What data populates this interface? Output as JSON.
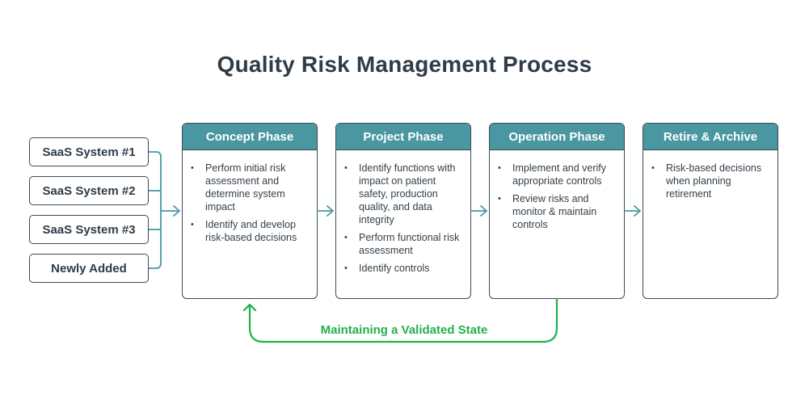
{
  "title": "Quality Risk Management Process",
  "systems": [
    {
      "label": "SaaS System #1"
    },
    {
      "label": "SaaS System #2"
    },
    {
      "label": "SaaS System #3"
    },
    {
      "label": "Newly Added"
    }
  ],
  "phases": [
    {
      "title": "Concept Phase",
      "bullets": [
        "Perform initial risk assessment and determine system impact",
        "Identify and develop risk-based decisions"
      ]
    },
    {
      "title": "Project Phase",
      "bullets": [
        "Identify functions with impact on patient safety, production quality, and data integrity",
        "Perform functional risk assessment",
        "Identify controls"
      ]
    },
    {
      "title": "Operation Phase",
      "bullets": [
        "Implement and verify appropriate controls",
        "Review risks and monitor & maintain controls"
      ]
    },
    {
      "title": "Retire & Archive",
      "bullets": [
        "Risk-based decisions when planning retirement"
      ]
    }
  ],
  "loop": {
    "label": "Maintaining a Validated State"
  },
  "colors": {
    "header": "#4a97a1",
    "connector": "#4a97a1",
    "loop": "#22b04b",
    "border": "#3b4a55"
  }
}
